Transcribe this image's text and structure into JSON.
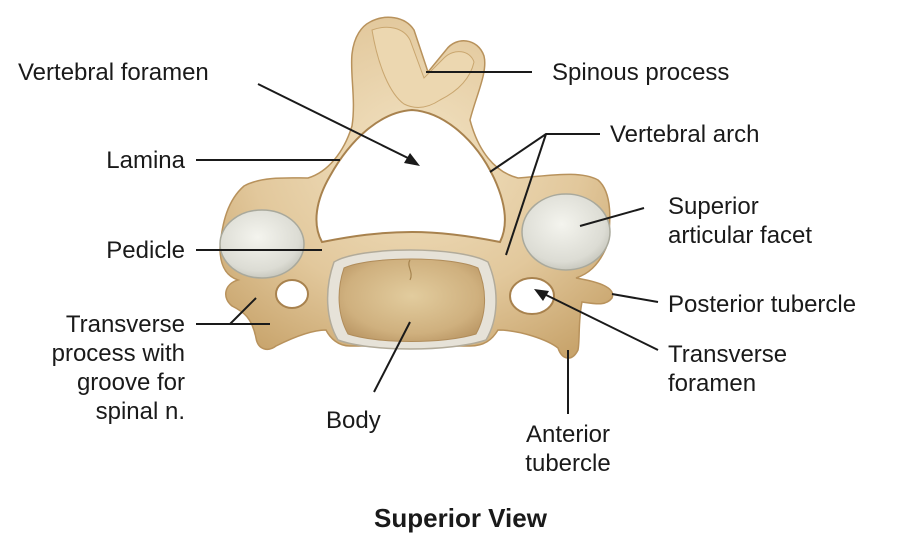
{
  "labels": {
    "vertebral_foramen": "Vertebral foramen",
    "spinous_process": "Spinous process",
    "vertebral_arch": "Vertebral arch",
    "lamina": "Lamina",
    "superior_articular_facet_1": "Superior",
    "superior_articular_facet_2": "articular facet",
    "pedicle": "Pedicle",
    "posterior_tubercle": "Posterior tubercle",
    "transverse_process_1": "Transverse",
    "transverse_process_2": "process with",
    "transverse_process_3": "groove for",
    "transverse_process_4": "spinal n.",
    "transverse_foramen_1": "Transverse",
    "transverse_foramen_2": "foramen",
    "body": "Body",
    "anterior_tubercle_1": "Anterior",
    "anterior_tubercle_2": "tubercle"
  },
  "caption": "Superior View",
  "colors": {
    "bone": "#e2c89c",
    "bone_shadow": "#c8a46c",
    "bone_highlight": "#f2e2c2",
    "facet": "#dcdcd4",
    "facet_edge": "#b9b9ae",
    "body_surface": "#cfb07e",
    "body_rim": "#e6e2d8",
    "leader": "#1a1a1a"
  }
}
